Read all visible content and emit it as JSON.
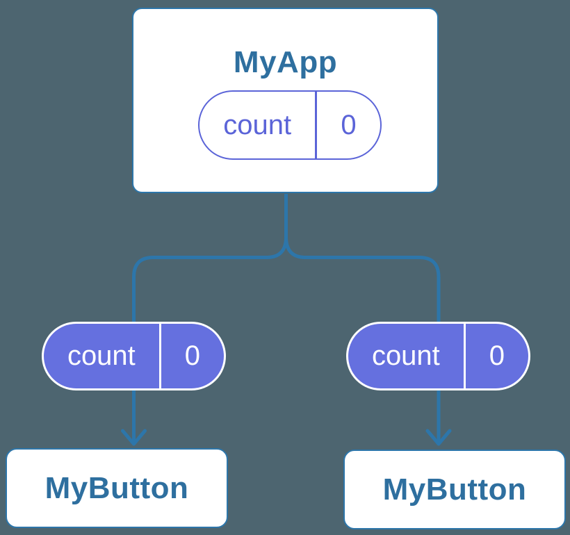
{
  "colors": {
    "background": "#4D6570",
    "connector_blue": "#2D76AA",
    "node_text_blue": "#2E6F9F",
    "node_fill": "#FFFFFF",
    "state_outline_purple": "#5B64D8",
    "prop_fill_purple": "#6570DF",
    "prop_text_white": "#FFFFFF"
  },
  "root": {
    "title": "MyApp",
    "state": {
      "name": "count",
      "value": "0"
    }
  },
  "children": [
    {
      "title": "MyButton",
      "prop": {
        "name": "count",
        "value": "0"
      }
    },
    {
      "title": "MyButton",
      "prop": {
        "name": "count",
        "value": "0"
      }
    }
  ]
}
